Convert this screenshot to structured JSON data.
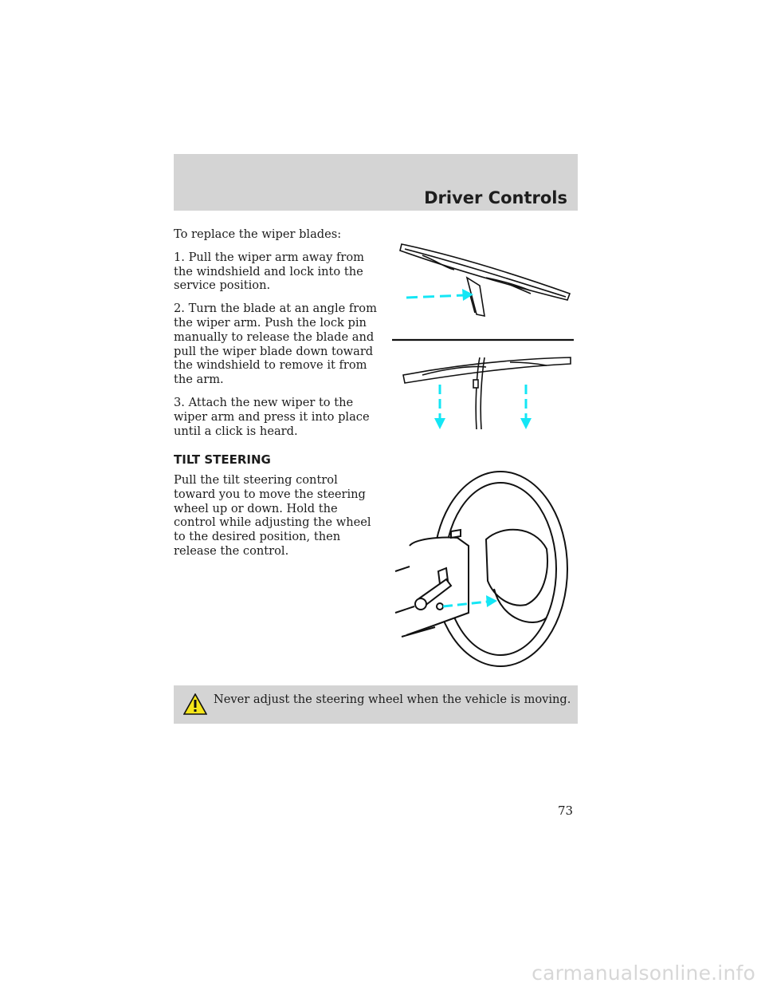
{
  "header": {
    "title": "Driver Controls"
  },
  "wiper": {
    "intro": "To replace the wiper blades:",
    "steps": [
      "1. Pull the wiper arm away from the windshield and lock into the service position.",
      "2. Turn the blade at an angle from the wiper arm. Push the lock pin manually to release the blade and pull the wiper blade down toward the windshield to remove it from the arm.",
      "3. Attach the new wiper to the wiper arm and press it into place until a click is heard."
    ]
  },
  "tilt": {
    "heading": "TILT STEERING",
    "body": "Pull the tilt steering control toward you to move the steering wheel up or down. Hold the control while adjusting the wheel to the desired position, then release the control."
  },
  "warning": {
    "text": "Never adjust the steering wheel when the vehicle is moving.",
    "icon": "warning-triangle-icon"
  },
  "page_number": "73",
  "watermark": "carmanualsonline.info",
  "colors": {
    "header_band": "#d4d4d4",
    "arrow": "#14e6f5",
    "warning_yellow": "#f5e51a"
  }
}
